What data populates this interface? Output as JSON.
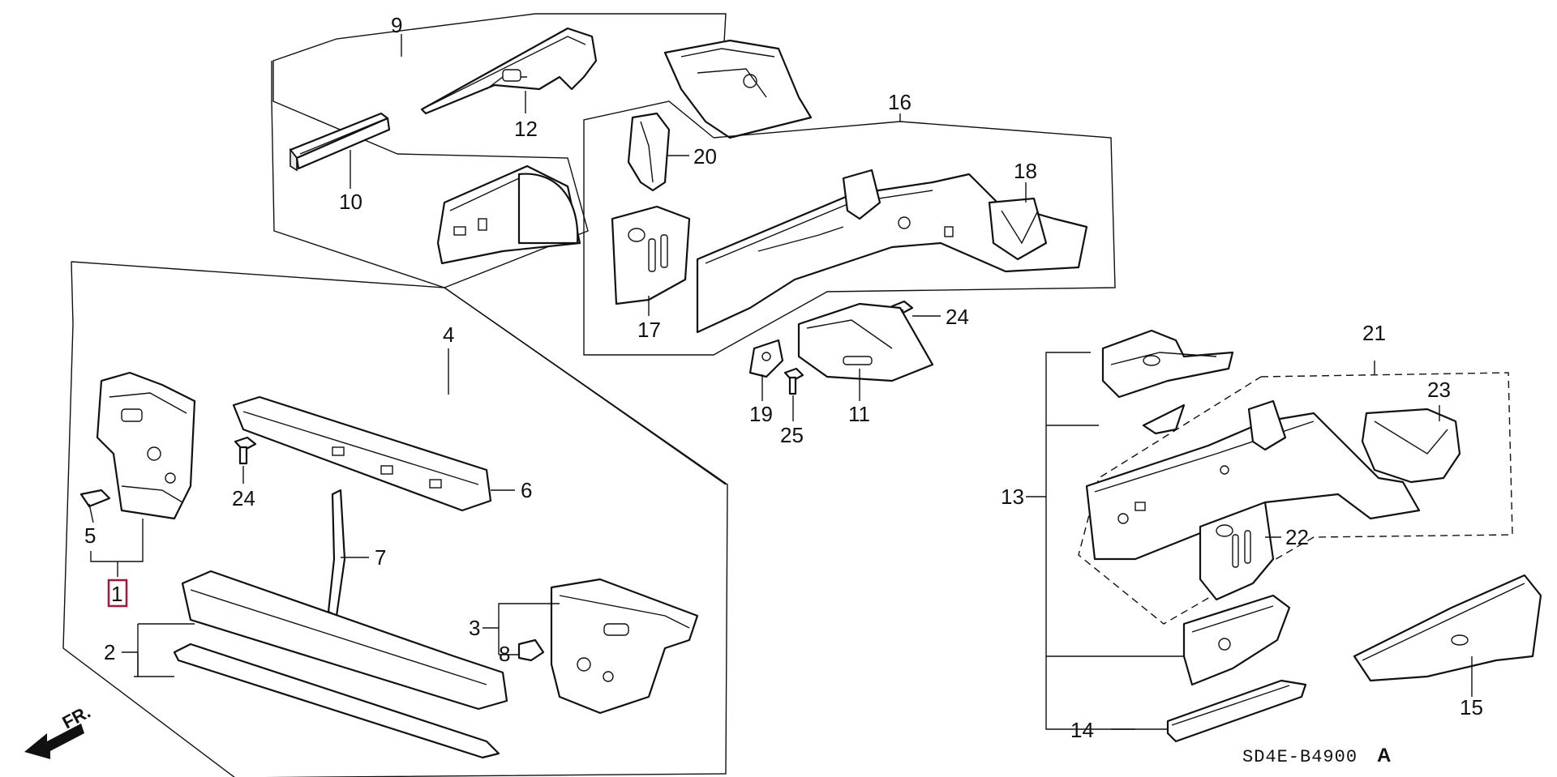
{
  "diagram": {
    "callouts": {
      "c1": "1",
      "c2": "2",
      "c3": "3",
      "c4": "4",
      "c5": "5",
      "c6": "6",
      "c7": "7",
      "c8": "8",
      "c9": "9",
      "c10": "10",
      "c11": "11",
      "c12": "12",
      "c13": "13",
      "c14": "14",
      "c15": "15",
      "c16": "16",
      "c17": "17",
      "c18": "18",
      "c19": "19",
      "c20": "20",
      "c21": "21",
      "c22": "22",
      "c23": "23",
      "c24a": "24",
      "c24b": "24",
      "c25": "25"
    },
    "highlighted_callout": "1",
    "highlight_color": "#b0113a",
    "direction_label": "FR.",
    "diagram_code": "SD4E-B4900",
    "diagram_code_suffix": "A"
  }
}
